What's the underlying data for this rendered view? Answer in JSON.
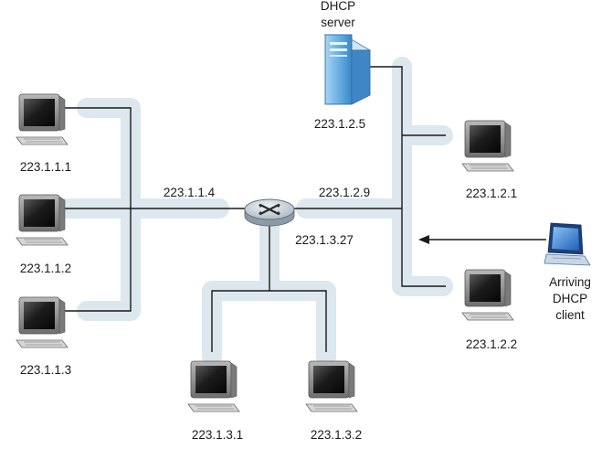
{
  "colors": {
    "subnet_shade": "#dde7ee",
    "link": "#1a1a1a",
    "monitor_bezel": "#8c8c8c",
    "screen": "#111111",
    "router": "#c9d3db",
    "server": "#6fb3e6",
    "laptop": "#3d7fd1"
  },
  "labels": {
    "h1": "223.1.1.1",
    "h2": "223.1.1.2",
    "h3": "223.1.1.3",
    "h4": "223.1.3.1",
    "h5": "223.1.3.2",
    "h6": "223.1.2.1",
    "h7": "223.1.2.2",
    "if1": "223.1.1.4",
    "if2": "223.1.2.9",
    "if3": "223.1.3.27",
    "server_name_1": "DHCP",
    "server_name_2": "server",
    "server_addr": "223.1.2.5",
    "client_1": "Arriving",
    "client_2": "DHCP",
    "client_3": "client"
  }
}
